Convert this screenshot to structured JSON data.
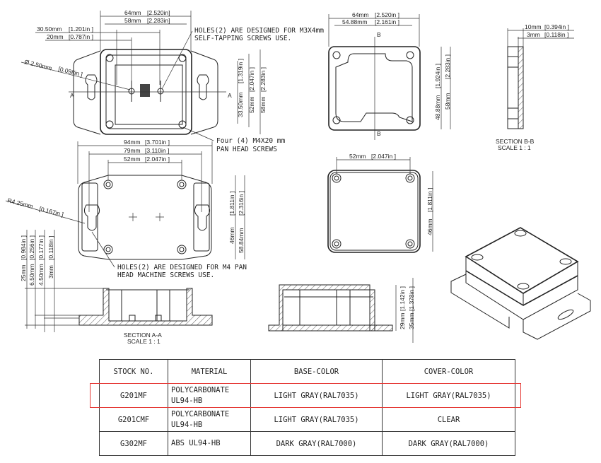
{
  "top_base_view": {
    "dim_64": "64mm",
    "dim_64_in": "[2.520in]",
    "dim_58": "58mm",
    "dim_58_in": "[2.283in]",
    "dim_30_50": "30.50mm",
    "dim_30_50_in": "[1.201in ]",
    "dim_20": "20mm",
    "dim_20_in": "[0.787in ]",
    "dim_dia": "Ø 2.50mm",
    "dim_dia_in": "[0.098in ]",
    "dim_33_50": "33.50mm",
    "dim_33_50_in": "[1.319in ]",
    "dim_52": "52mm",
    "dim_52_in": "[2.047in ]",
    "dim_58v": "58mm",
    "dim_58v_in": "[2.283in ]",
    "section_mark": "A",
    "note_line1": "HOLES(2) ARE DESIGNED FOR M3X4mm",
    "note_line2": "SELF-TAPPING SCREWS USE.",
    "screws_line1": "Four (4) M4X20 mm",
    "screws_line2": "PAN HEAD SCREWS"
  },
  "cover_under_view": {
    "dim_64": "64mm",
    "dim_64_in": "[2.520in ]",
    "dim_54_88": "54.88mm",
    "dim_54_88_in": "[2.161in ]",
    "dim_48_88": "48.88mm",
    "dim_48_88_in": "[1.924in ]",
    "dim_58": "58mm",
    "dim_58_in": "[2.283in ]",
    "section_mark": "B"
  },
  "section_bb": {
    "dim_10": "10mm",
    "dim_10_in": "[0.394in ]",
    "dim_3": "3mm",
    "dim_3_in": "[0.118in ]",
    "title": "SECTION B-B",
    "scale": "SCALE 1 : 1"
  },
  "bottom_view": {
    "dim_94": "94mm",
    "dim_94_in": "[3.701in ]",
    "dim_79": "79mm",
    "dim_79_in": "[3.110in ]",
    "dim_52": "52mm",
    "dim_52_in": "[2.047in ]",
    "dim_r": "R4.25mm",
    "dim_r_in": "[0.167in ]",
    "dim_46": "46mm",
    "dim_46_in": "[1.811in ]",
    "dim_58_84": "58.84mm",
    "dim_58_84_in": "[2.316in ]",
    "note_line1": "HOLES(2) ARE DESIGNED FOR M4 PAN",
    "note_line2": "HEAD MACHINE SCREWS USE."
  },
  "section_aa": {
    "dim_25": "25mm",
    "dim_25_in": "[0.984in ]",
    "dim_6_50": "6.50mm",
    "dim_6_50_in": "[0.256in ]",
    "dim_4_50": "4.50mm",
    "dim_4_50_in": "[0.177in ]",
    "dim_3": "3mm",
    "dim_3_in": "[0.118in ]",
    "title": "SECTION A-A",
    "scale": "SCALE 1 : 1"
  },
  "cover_top_view": {
    "dim_52": "52mm",
    "dim_52_in": "[2.047in ]",
    "dim_46": "46mm",
    "dim_46_in": "[1.811in ]"
  },
  "cover_section": {
    "dim_29": "29mm",
    "dim_29_in": "[1.142in ]",
    "dim_35": "35mm",
    "dim_35_in": "[1.378in ]"
  },
  "spec_table": {
    "headers": [
      "STOCK NO.",
      "MATERIAL",
      "BASE-COLOR",
      "COVER-COLOR"
    ],
    "rows": [
      {
        "stock": "G201MF",
        "material_1": "POLYCARBONATE",
        "material_2": "UL94-HB",
        "base": "LIGHT GRAY(RAL7035)",
        "cover": "LIGHT GRAY(RAL7035)"
      },
      {
        "stock": "G201CMF",
        "material_1": "POLYCARBONATE",
        "material_2": "UL94-HB",
        "base": "LIGHT GRAY(RAL7035)",
        "cover": "CLEAR"
      },
      {
        "stock": "G302MF",
        "material_1": "ABS UL94-HB",
        "material_2": "",
        "base": "DARK GRAY(RAL7000)",
        "cover": "DARK GRAY(RAL7000)"
      }
    ],
    "highlight_color": "#e53935"
  }
}
